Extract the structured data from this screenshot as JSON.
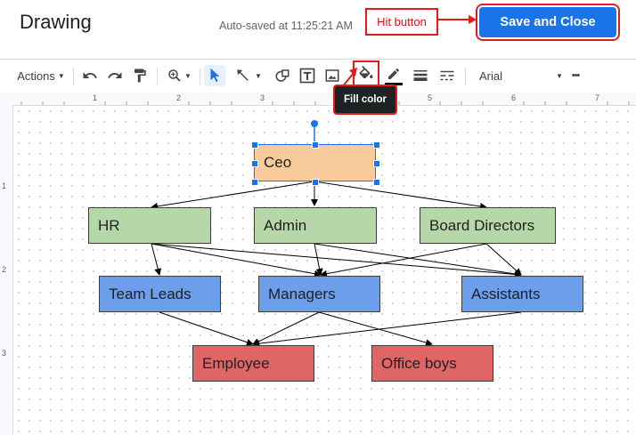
{
  "header": {
    "title": "Drawing",
    "autosave": "Auto-saved at 11:25:21 AM",
    "save_close": "Save and Close",
    "annotation": "Hit button"
  },
  "toolbar": {
    "actions": "Actions",
    "font": "Arial",
    "tooltip": "Fill color",
    "more": "•••"
  },
  "ruler": {
    "top": [
      "1",
      "2",
      "3",
      "4",
      "5",
      "6",
      "7"
    ],
    "left": [
      "1",
      "2",
      "3"
    ]
  },
  "diagram": {
    "nodes": {
      "ceo": "Ceo",
      "hr": "HR",
      "admin": "Admin",
      "board": "Board Directors",
      "team_leads": "Team Leads",
      "managers": "Managers",
      "assistants": "Assistants",
      "employee": "Employee",
      "office_boys": "Office boys"
    },
    "colors": {
      "ceo": "#f9cb9c",
      "level2": "#b6d7a8",
      "level3": "#6d9eeb",
      "level4": "#e06666",
      "accent": "#1a73e8",
      "annotation": "#e21b1b"
    }
  }
}
